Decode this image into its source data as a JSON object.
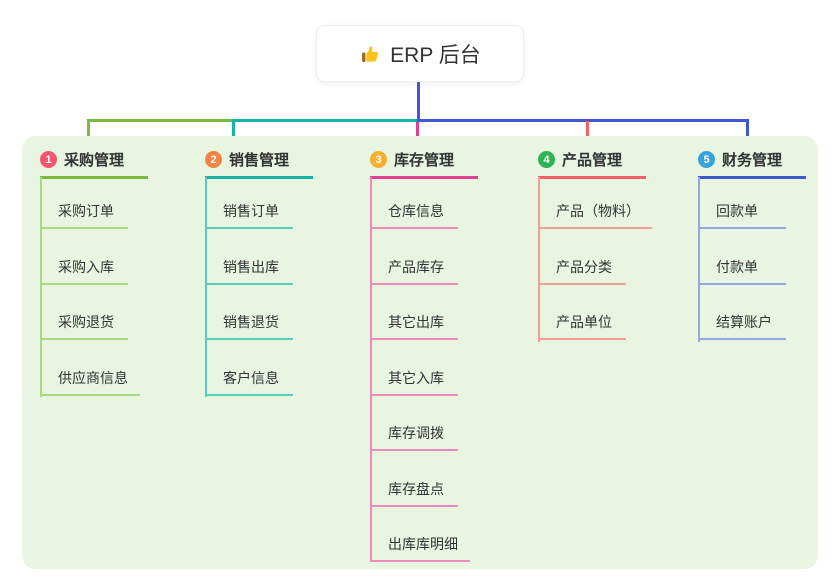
{
  "root": {
    "title": "ERP 后台",
    "icon": "thumbs-up-icon"
  },
  "colors": {
    "canvas_bg": "#ffffff",
    "panel_bg": "#e7f5e1",
    "root_connector": "#4753d4",
    "text": "#333333"
  },
  "branches": [
    {
      "index": "1",
      "label": "采购管理",
      "badge_color": "#f4566d",
      "line_color": "#7cb93e",
      "child_line_color": "#a8d87f",
      "children": [
        "采购订单",
        "采购入库",
        "采购退货",
        "供应商信息"
      ]
    },
    {
      "index": "2",
      "label": "销售管理",
      "badge_color": "#f68243",
      "line_color": "#17b3a4",
      "child_line_color": "#5accbf",
      "children": [
        "销售订单",
        "销售出库",
        "销售退货",
        "客户信息"
      ]
    },
    {
      "index": "3",
      "label": "库存管理",
      "badge_color": "#f5b12e",
      "line_color": "#e23e92",
      "child_line_color": "#ef8abf",
      "children": [
        "仓库信息",
        "产品库存",
        "其它出库",
        "其它入库",
        "库存调拨",
        "库存盘点",
        "出库库明细"
      ]
    },
    {
      "index": "4",
      "label": "产品管理",
      "badge_color": "#2eb454",
      "line_color": "#f75f62",
      "child_line_color": "#f99b9b",
      "children": [
        "产品（物料）",
        "产品分类",
        "产品单位"
      ]
    },
    {
      "index": "5",
      "label": "财务管理",
      "badge_color": "#38a2db",
      "line_color": "#4059d2",
      "child_line_color": "#94a7e2",
      "children": [
        "回款单",
        "付款单",
        "结算账户"
      ]
    }
  ]
}
